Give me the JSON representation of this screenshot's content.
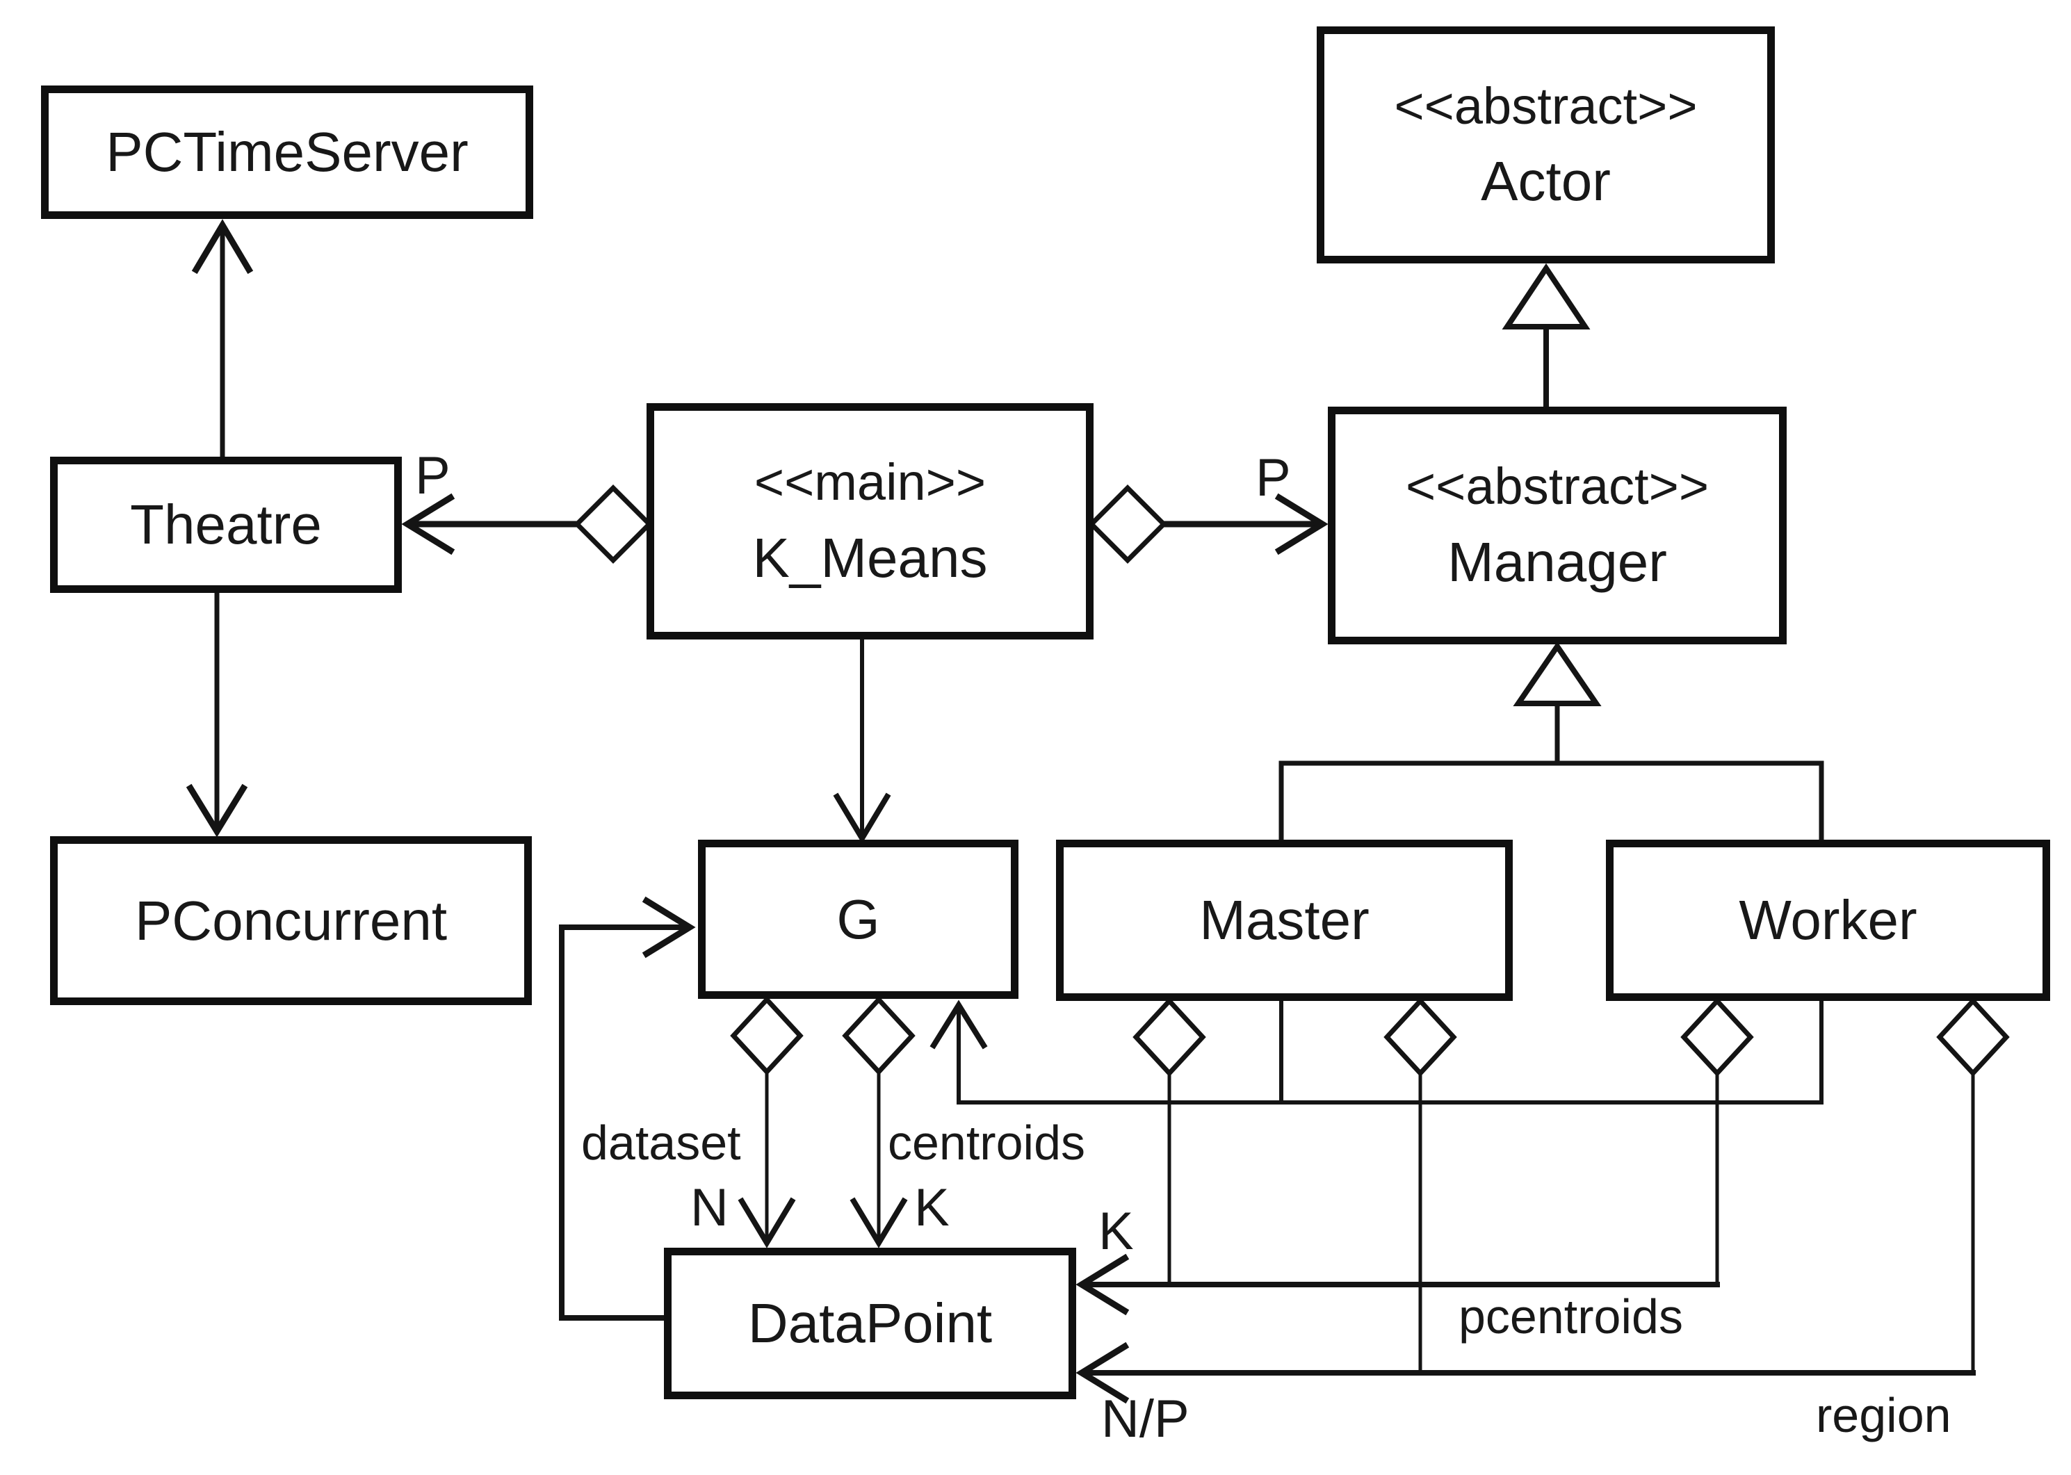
{
  "diagram": {
    "type": "uml-class-diagram",
    "background_color": "#ffffff",
    "line_color": "#141414",
    "text_color": "#181818",
    "nodes": [
      {
        "id": "pctimeserver",
        "stereotype": "",
        "name": "PCTimeServer"
      },
      {
        "id": "actor",
        "stereotype": "<<abstract>>",
        "name": "Actor"
      },
      {
        "id": "theatre",
        "stereotype": "",
        "name": "Theatre"
      },
      {
        "id": "kmeans",
        "stereotype": "<<main>>",
        "name": "K_Means"
      },
      {
        "id": "manager",
        "stereotype": "<<abstract>>",
        "name": "Manager"
      },
      {
        "id": "pconcurrent",
        "stereotype": "",
        "name": "PConcurrent"
      },
      {
        "id": "g",
        "stereotype": "",
        "name": "G"
      },
      {
        "id": "master",
        "stereotype": "",
        "name": "Master"
      },
      {
        "id": "worker",
        "stereotype": "",
        "name": "Worker"
      },
      {
        "id": "datapoint",
        "stereotype": "",
        "name": "DataPoint"
      }
    ],
    "labels": {
      "p_theatre": "P",
      "p_manager": "P",
      "dataset": "dataset",
      "n": "N",
      "centroids": "centroids",
      "k_centroids": "K",
      "k_datapoint": "K",
      "pcentroids": "pcentroids",
      "np": "N/P",
      "region": "region"
    },
    "edges": [
      {
        "from": "Theatre",
        "to": "PCTimeServer",
        "type": "arrow",
        "label": ""
      },
      {
        "from": "Theatre",
        "to": "PConcurrent",
        "type": "arrow",
        "label": ""
      },
      {
        "from": "K_Means",
        "to": "Theatre",
        "type": "aggregation-arrow",
        "label": "P"
      },
      {
        "from": "K_Means",
        "to": "Manager",
        "type": "aggregation-arrow",
        "label": "P"
      },
      {
        "from": "K_Means",
        "to": "G",
        "type": "arrow",
        "label": ""
      },
      {
        "from": "Manager",
        "to": "Actor",
        "type": "generalization",
        "label": ""
      },
      {
        "from": "Master",
        "to": "Manager",
        "type": "generalization",
        "label": ""
      },
      {
        "from": "Worker",
        "to": "Manager",
        "type": "generalization",
        "label": ""
      },
      {
        "from": "Master",
        "to": "G",
        "type": "arrow",
        "label": ""
      },
      {
        "from": "Worker",
        "to": "G",
        "type": "arrow",
        "label": ""
      },
      {
        "from": "DataPoint",
        "to": "G",
        "type": "arrow",
        "label": ""
      },
      {
        "from": "G",
        "to": "DataPoint",
        "type": "aggregation-arrow",
        "label": "dataset N"
      },
      {
        "from": "G",
        "to": "DataPoint",
        "type": "aggregation-arrow",
        "label": "centroids K"
      },
      {
        "from": "Master",
        "to": "DataPoint",
        "type": "aggregation-arrow",
        "label": "K"
      },
      {
        "from": "Worker",
        "to": "DataPoint",
        "type": "aggregation-arrow",
        "label": "pcentroids K"
      },
      {
        "from": "Master",
        "to": "DataPoint",
        "type": "aggregation-arrow",
        "label": "N/P"
      },
      {
        "from": "Worker",
        "to": "DataPoint",
        "type": "aggregation-arrow",
        "label": "region N/P"
      }
    ]
  }
}
